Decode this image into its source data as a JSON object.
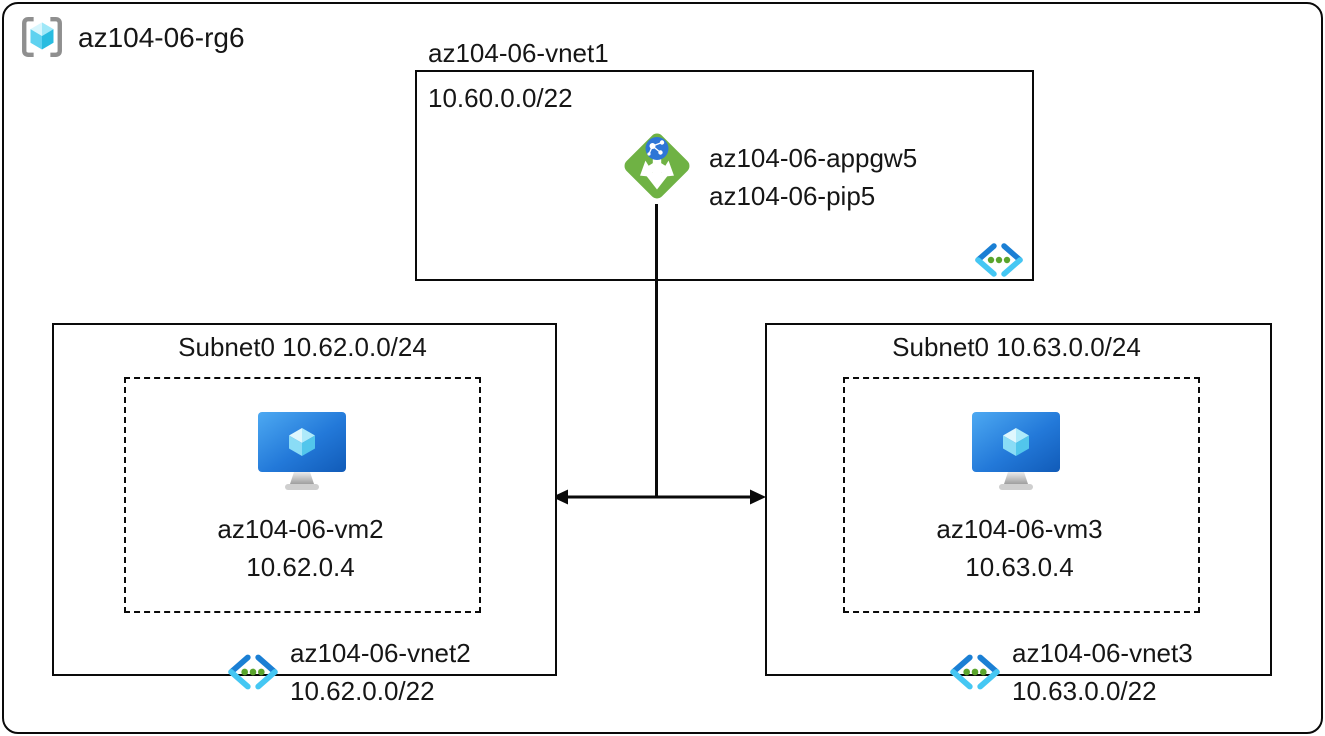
{
  "diagram": {
    "resource_group": {
      "label": "az104-06-rg6"
    },
    "vnet1": {
      "label": "az104-06-vnet1",
      "cidr": "10.60.0.0/22",
      "app_gateway": "az104-06-appgw5",
      "public_ip": "az104-06-pip5"
    },
    "vnet2": {
      "subnet_label": "Subnet0 10.62.0.0/24",
      "vm_name": "az104-06-vm2",
      "vm_ip": "10.62.0.4",
      "label": "az104-06-vnet2",
      "cidr": "10.62.0.0/22"
    },
    "vnet3": {
      "subnet_label": "Subnet0 10.63.0.0/24",
      "vm_name": "az104-06-vm3",
      "vm_ip": "10.63.0.4",
      "label": "az104-06-vnet3",
      "cidr": "10.63.0.0/22"
    },
    "colors": {
      "appgw_green": "#6fb244",
      "globe_blue": "#2e76d6",
      "vm_blue": "#1f6fd0",
      "vnet_chevron_dark": "#1b7fd4",
      "vnet_chevron_light": "#45c7f3",
      "vnet_dot_green": "#5aa42c",
      "rg_cube_cyan": "#50e6ff",
      "bracket_gray": "#8f8f8f",
      "line_black": "#000000"
    }
  }
}
